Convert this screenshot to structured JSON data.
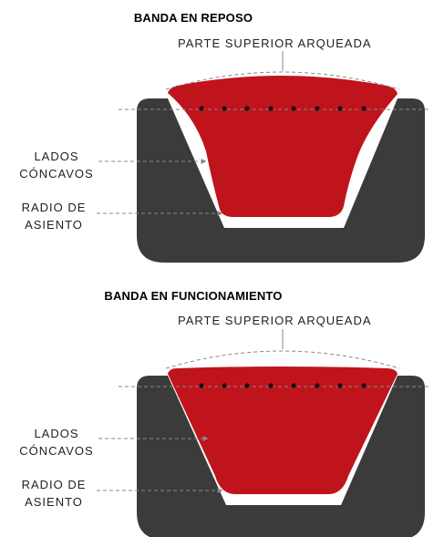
{
  "colors": {
    "housing": "#3b3b3b",
    "belt": "#c0141c",
    "cord": "#111111",
    "leader": "#888888"
  },
  "panels": [
    {
      "title": "BANDA EN REPOSO",
      "top_label": "PARTE SUPERIOR ARQUEADA",
      "side_label_1": [
        "LADOS",
        "CÓNCAVOS"
      ],
      "side_label_2": [
        "RADIO DE",
        "ASIENTO"
      ]
    },
    {
      "title": "BANDA EN FUNCIONAMIENTO",
      "top_label": "PARTE SUPERIOR ARQUEADA",
      "side_label_1": [
        "LADOS",
        "CÓNCAVOS"
      ],
      "side_label_2": [
        "RADIO DE",
        "ASIENTO"
      ]
    }
  ]
}
